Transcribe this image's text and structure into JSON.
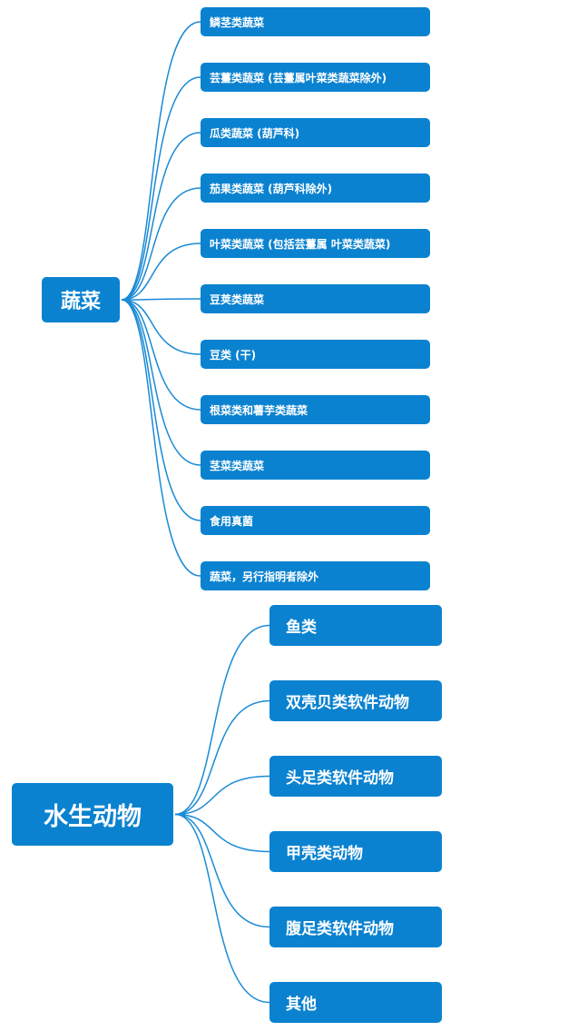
{
  "diagram": {
    "line_color": "#1a8ad6",
    "node_color": "#0a82d0",
    "groups": [
      {
        "root": "蔬菜",
        "children": [
          "鳞茎类蔬菜",
          "芸薹类蔬菜 (芸薹属叶菜类蔬菜除外)",
          "瓜类蔬菜 (葫芦科)",
          "茄果类蔬菜 (葫芦科除外)",
          "叶菜类蔬菜 (包括芸薹属 叶菜类蔬菜)",
          "豆荚类蔬菜",
          "豆类 (干)",
          "根菜类和薯芋类蔬菜",
          "茎菜类蔬菜",
          "食用真菌",
          "蔬菜，另行指明者除外"
        ]
      },
      {
        "root": "水生动物",
        "children": [
          "鱼类",
          "双壳贝类软件动物",
          "头足类软件动物",
          "甲壳类动物",
          "腹足类软件动物",
          "其他"
        ]
      }
    ]
  }
}
